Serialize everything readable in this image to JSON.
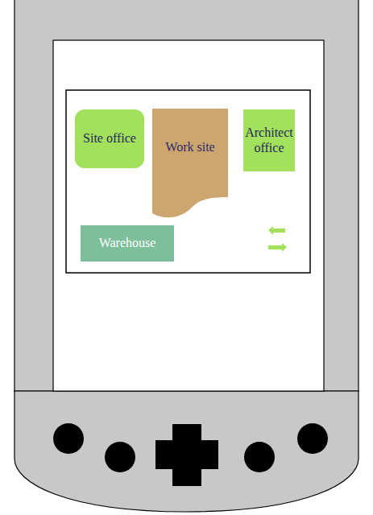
{
  "diagram": {
    "nodes": [
      {
        "text": [
          "Site office"
        ]
      },
      {
        "text": [
          "Work site"
        ]
      },
      {
        "text": [
          "Architect office"
        ]
      },
      {
        "text": [
          "Warehouse"
        ]
      }
    ]
  }
}
